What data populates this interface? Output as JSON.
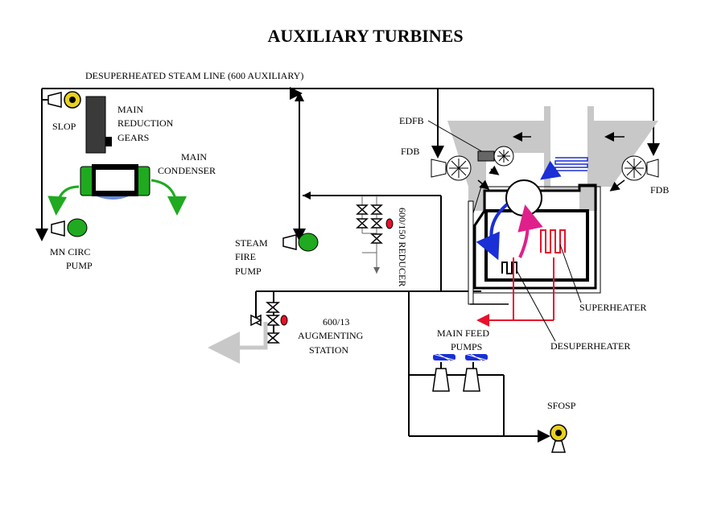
{
  "title": "AUXILIARY TURBINES",
  "labels": {
    "steam_line": "DESUPERHEATED STEAM LINE (600 AUXILIARY)",
    "slop": "SLOP",
    "main_reduction_gears": [
      "MAIN",
      "REDUCTION",
      "GEARS"
    ],
    "main_condenser": [
      "MAIN",
      "CONDENSER"
    ],
    "mn_circ_pump": [
      "MN CIRC",
      "PUMP"
    ],
    "steam_fire_pump": [
      "STEAM",
      "FIRE",
      "PUMP"
    ],
    "reducer": "600/150 REDUCER",
    "augmenting_station": [
      "600/13",
      "AUGMENTING",
      "STATION"
    ],
    "main_feed_pumps": [
      "MAIN FEED",
      "PUMPS"
    ],
    "edfb": "EDFB",
    "fdb_left": "FDB",
    "fdb_right": "FDB",
    "superheater": "SUPERHEATER",
    "desuperheater": "DESUPERHEATER",
    "sfosp": "SFOSP"
  },
  "colors": {
    "line": "#000000",
    "gray_duct": "#c8c8c8",
    "green": "#1faa1f",
    "blue": "#1a2fd6",
    "magenta": "#e0208a",
    "red": "#e8102a"
  }
}
